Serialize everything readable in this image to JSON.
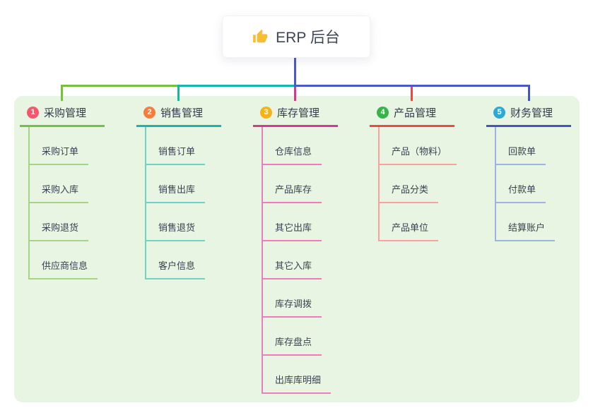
{
  "root": {
    "label": "ERP 后台",
    "icon": "thumbs-up"
  },
  "colors": {
    "canvas_background": "#FFFFFF",
    "panel_background": "#E8F5E3",
    "root_text": "#3D4456",
    "stem": "#4B59C8",
    "thumb": "#F6BE33"
  },
  "branches": [
    {
      "num": "1",
      "label": "采购管理",
      "line_color": "#76BF3F",
      "light_color": "#A5D584",
      "badge_color": "#F5566B",
      "children": [
        "采购订单",
        "采购入库",
        "采购退货",
        "供应商信息"
      ]
    },
    {
      "num": "2",
      "label": "销售管理",
      "line_color": "#14B8A6",
      "light_color": "#6FD2C4",
      "badge_color": "#F67B3F",
      "children": [
        "销售订单",
        "销售出库",
        "销售退货",
        "客户信息"
      ]
    },
    {
      "num": "3",
      "label": "库存管理",
      "line_color": "#D9368F",
      "light_color": "#F07BBC",
      "badge_color": "#F8B119",
      "children": [
        "仓库信息",
        "产品库存",
        "其它出库",
        "其它入库",
        "库存调拨",
        "库存盘点",
        "出库库明细"
      ]
    },
    {
      "num": "4",
      "label": "产品管理",
      "line_color": "#F4453E",
      "light_color": "#F7A29B",
      "badge_color": "#35B44A",
      "children": [
        "产品（物料）",
        "产品分类",
        "产品单位"
      ]
    },
    {
      "num": "5",
      "label": "财务管理",
      "line_color": "#4156C6",
      "light_color": "#9FB2E2",
      "badge_color": "#2BA9D8",
      "children": [
        "回款单",
        "付款单",
        "结算账户"
      ]
    }
  ]
}
